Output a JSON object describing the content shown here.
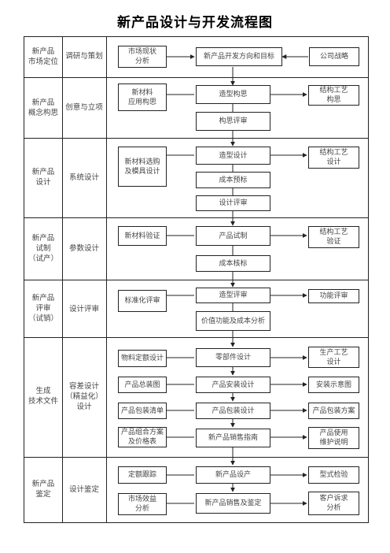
{
  "title": "新产品设计与开发流程图",
  "stages": [
    {
      "label": "新产品\n市场定位",
      "activity": "调研与策划"
    },
    {
      "label": "新产品\n概念构思",
      "activity": "创意与立项"
    },
    {
      "label": "新产品\n设计",
      "activity": "系统设计"
    },
    {
      "label": "新产品\n试制\n（试产）",
      "activity": "参数设计"
    },
    {
      "label": "新产品\n评审\n（试销）",
      "activity": "设计评审"
    },
    {
      "label": "生成\n技术文件",
      "activity": "容差设计\n（精益化）\n设计"
    },
    {
      "label": "新产品\n鉴定",
      "activity": "设计鉴定"
    }
  ],
  "boxes": {
    "market_analysis": "市场现状\n分析",
    "dev_direction": "新产品开发方向和目标",
    "company_strategy": "公司战略",
    "material_concept": "新材料\n应用构思",
    "styling_concept": "造型构思",
    "process_concept": "结构工艺\n构思",
    "concept_review": "构思评审",
    "material_mold": "新材料选购\n及模具设计",
    "styling_design": "造型设计",
    "process_design": "结构工艺\n设计",
    "cost_estimate": "成本预标",
    "design_review": "设计评审",
    "material_verify": "新材料验证",
    "prototype": "产品试制",
    "process_verify": "结构工艺\n验证",
    "cost_check": "成本核标",
    "standard_review": "标准化评审",
    "styling_review": "造型评审",
    "function_review": "功能评审",
    "value_analysis": "价值功能及成本分析",
    "material_quota": "物料定额设计",
    "parts_design": "零部件设计",
    "production_process": "生产工艺\n设计",
    "assembly_drawing": "产品总装图",
    "install_design": "产品安装设计",
    "install_diagram": "安装示意图",
    "package_list": "产品包装清单",
    "package_design": "产品包装设计",
    "package_plan": "产品包装方案",
    "combo_pricing": "产品组合方案\n及价格表",
    "sales_guide": "新产品销售指南",
    "usage_guide": "产品使用\n维护说明",
    "quota_tracking": "定额跟踪",
    "product_setup": "新产品设产",
    "type_test": "型式检验",
    "market_benefit": "市场效益\n分析",
    "sales_appraisal": "新产品销售及鉴定",
    "complaint_analysis": "客户诉求\n分析"
  }
}
